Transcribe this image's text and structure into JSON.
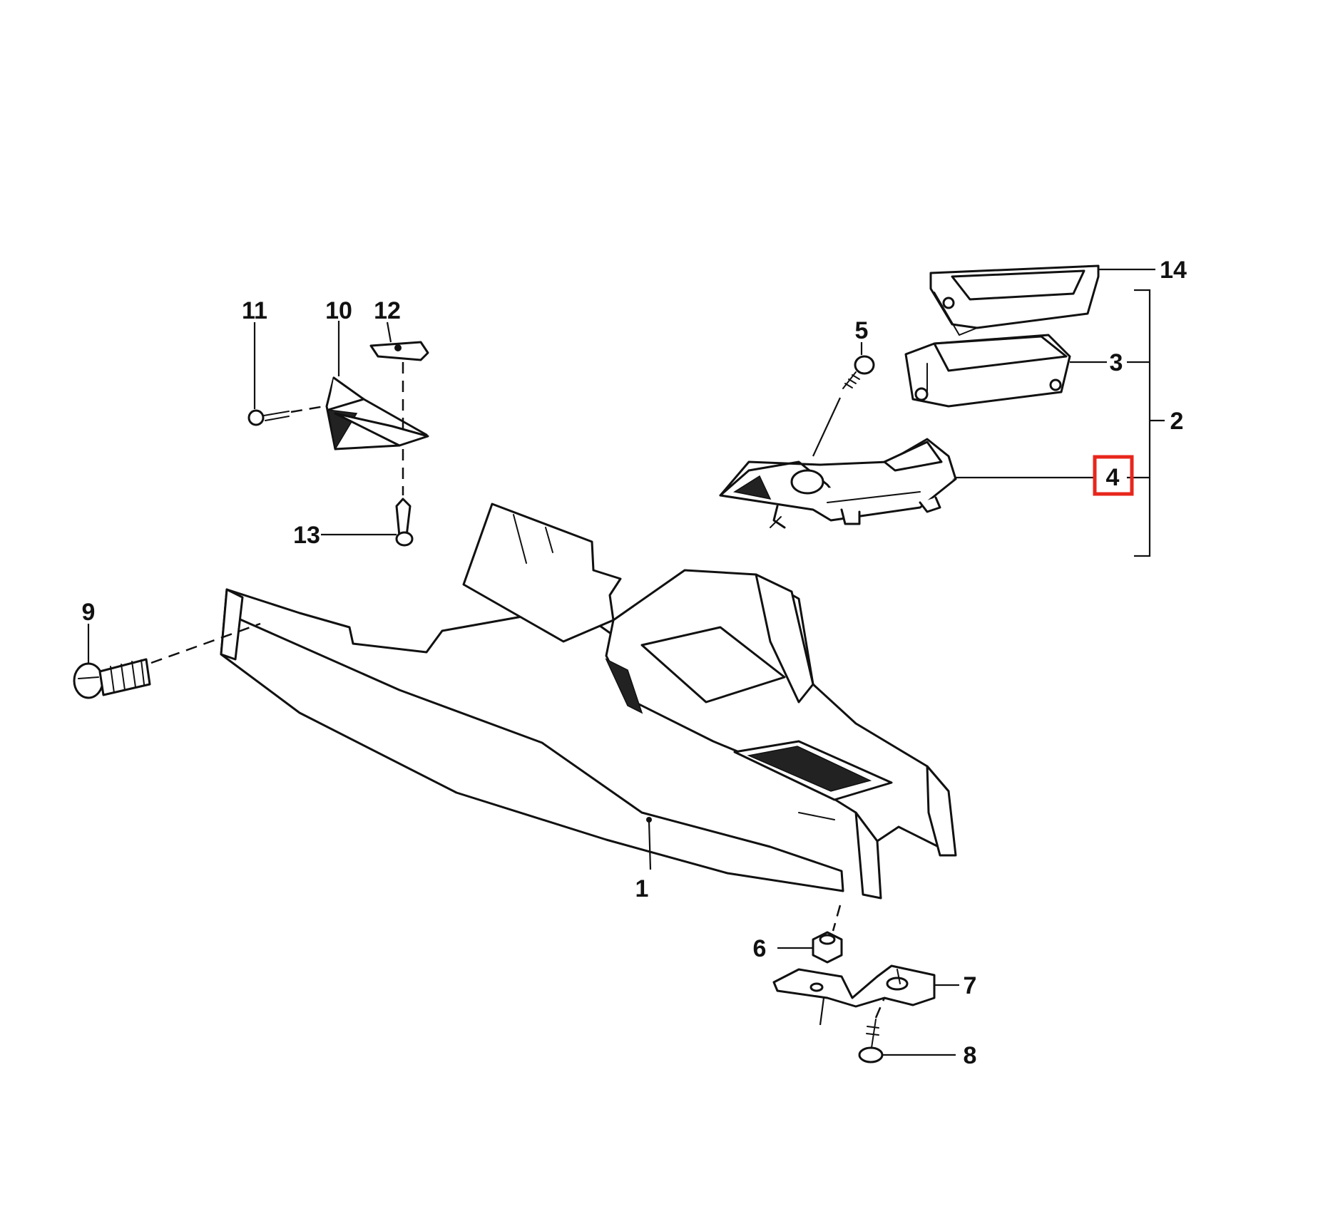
{
  "diagram": {
    "callouts": {
      "c1": "1",
      "c2": "2",
      "c3": "3",
      "c4": "4",
      "c5": "5",
      "c6": "6",
      "c7": "7",
      "c8": "8",
      "c9": "9",
      "c10": "10",
      "c11": "11",
      "c12": "12",
      "c13": "13",
      "c14": "14"
    },
    "highlighted_callout": "4",
    "highlight_color": "#e8261c",
    "line_color": "#111111"
  }
}
